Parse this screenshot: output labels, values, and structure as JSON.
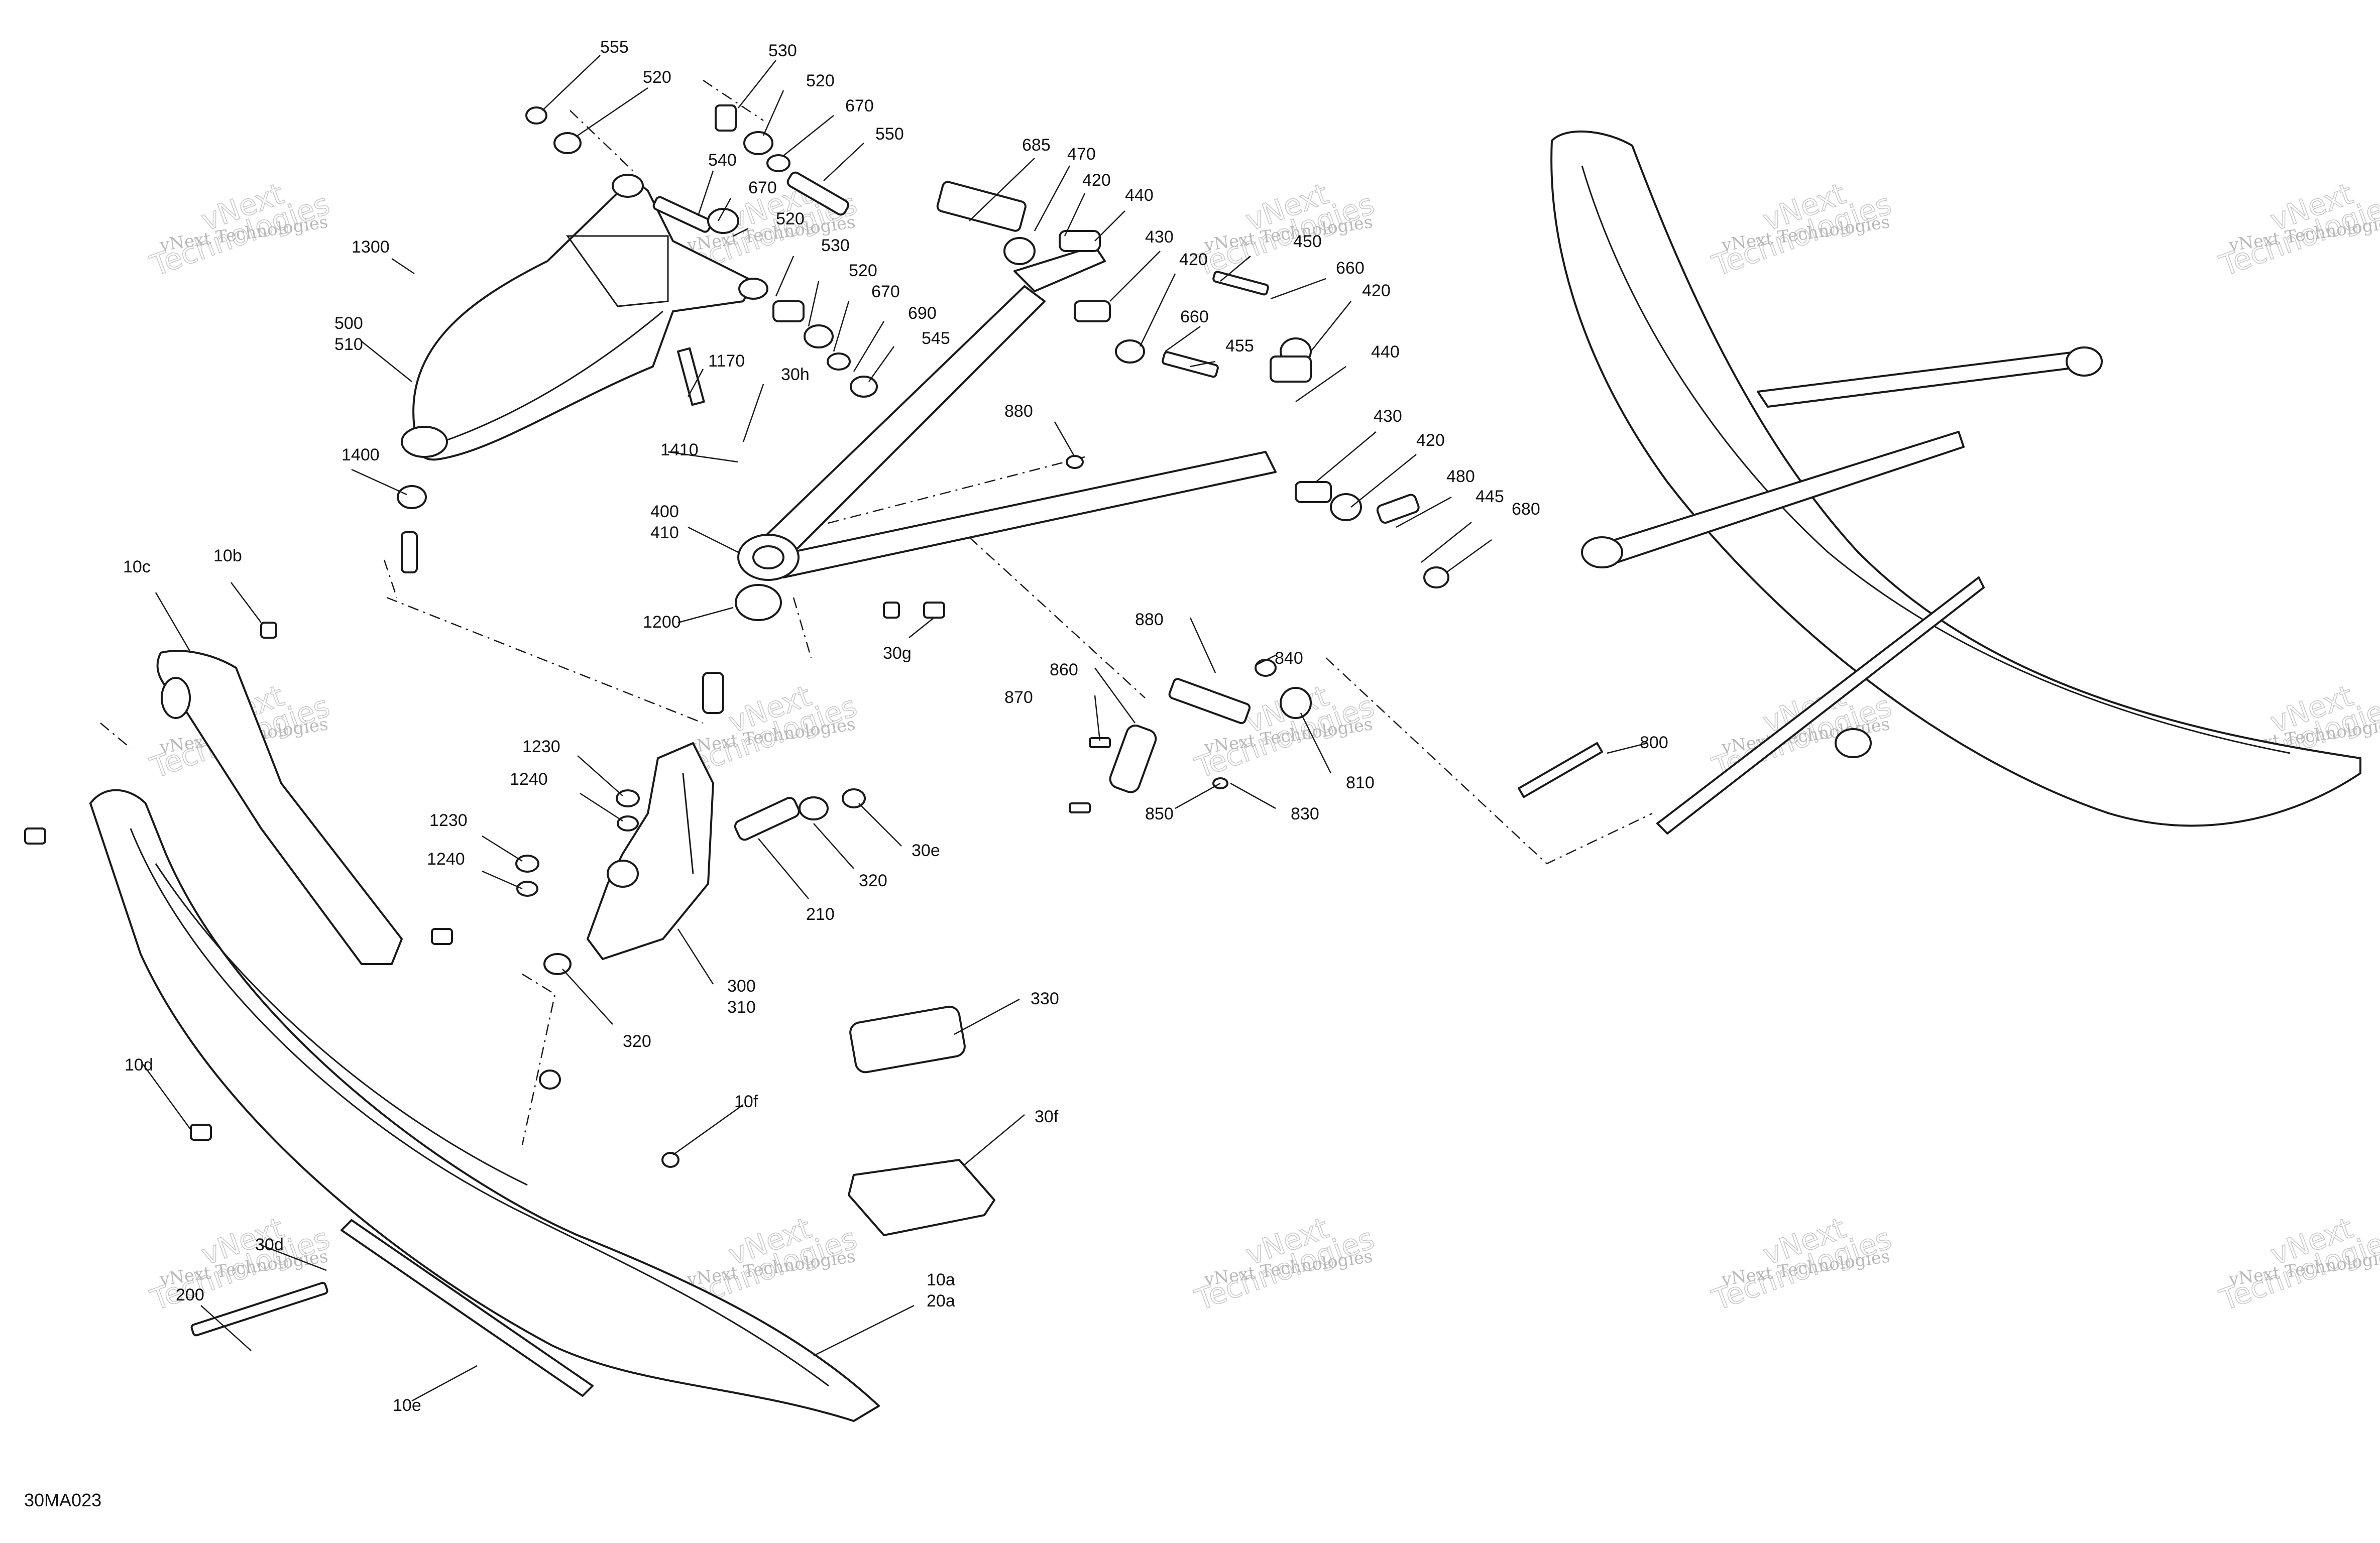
{
  "drawing_code": "30MA023",
  "watermark": {
    "line1": "vNext Technologies",
    "line2": "vNext",
    "line3": "Technologies"
  },
  "callouts": [
    {
      "id": "c555",
      "text": "555"
    },
    {
      "id": "c520a",
      "text": "520"
    },
    {
      "id": "c530a",
      "text": "530"
    },
    {
      "id": "c520b",
      "text": "520"
    },
    {
      "id": "c670a",
      "text": "670"
    },
    {
      "id": "c550",
      "text": "550"
    },
    {
      "id": "c540",
      "text": "540"
    },
    {
      "id": "c670b",
      "text": "670"
    },
    {
      "id": "c520c",
      "text": "520"
    },
    {
      "id": "c530b",
      "text": "530"
    },
    {
      "id": "c520d",
      "text": "520"
    },
    {
      "id": "c670c",
      "text": "670"
    },
    {
      "id": "c690",
      "text": "690"
    },
    {
      "id": "c545",
      "text": "545"
    },
    {
      "id": "c1300",
      "text": "1300"
    },
    {
      "id": "c500",
      "text": "500"
    },
    {
      "id": "c510",
      "text": "510"
    },
    {
      "id": "c1170",
      "text": "1170"
    },
    {
      "id": "c30h",
      "text": "30h"
    },
    {
      "id": "c1410",
      "text": "1410"
    },
    {
      "id": "c1400",
      "text": "1400"
    },
    {
      "id": "c400",
      "text": "400"
    },
    {
      "id": "c410",
      "text": "410"
    },
    {
      "id": "c1200",
      "text": "1200"
    },
    {
      "id": "c30g",
      "text": "30g"
    },
    {
      "id": "c685",
      "text": "685"
    },
    {
      "id": "c470",
      "text": "470"
    },
    {
      "id": "c420a",
      "text": "420"
    },
    {
      "id": "c440a",
      "text": "440"
    },
    {
      "id": "c430a",
      "text": "430"
    },
    {
      "id": "c450",
      "text": "450"
    },
    {
      "id": "c420b",
      "text": "420"
    },
    {
      "id": "c660a",
      "text": "660"
    },
    {
      "id": "c420c",
      "text": "420"
    },
    {
      "id": "c660b",
      "text": "660"
    },
    {
      "id": "c455",
      "text": "455"
    },
    {
      "id": "c880a",
      "text": "880"
    },
    {
      "id": "c440b",
      "text": "440"
    },
    {
      "id": "c430b",
      "text": "430"
    },
    {
      "id": "c420d",
      "text": "420"
    },
    {
      "id": "c480",
      "text": "480"
    },
    {
      "id": "c445",
      "text": "445"
    },
    {
      "id": "c680",
      "text": "680"
    },
    {
      "id": "c10c",
      "text": "10c"
    },
    {
      "id": "c10b",
      "text": "10b"
    },
    {
      "id": "c1230a",
      "text": "1230"
    },
    {
      "id": "c1240a",
      "text": "1240"
    },
    {
      "id": "c1230b",
      "text": "1230"
    },
    {
      "id": "c1240b",
      "text": "1240"
    },
    {
      "id": "c320a",
      "text": "320"
    },
    {
      "id": "c30e",
      "text": "30e"
    },
    {
      "id": "c210",
      "text": "210"
    },
    {
      "id": "c300",
      "text": "300"
    },
    {
      "id": "c310",
      "text": "310"
    },
    {
      "id": "c320b",
      "text": "320"
    },
    {
      "id": "c880b",
      "text": "880"
    },
    {
      "id": "c840",
      "text": "840"
    },
    {
      "id": "c860",
      "text": "860"
    },
    {
      "id": "c870",
      "text": "870"
    },
    {
      "id": "c810",
      "text": "810"
    },
    {
      "id": "c850",
      "text": "850"
    },
    {
      "id": "c830",
      "text": "830"
    },
    {
      "id": "c800",
      "text": "800"
    },
    {
      "id": "c330",
      "text": "330"
    },
    {
      "id": "c30f",
      "text": "30f"
    },
    {
      "id": "c10d",
      "text": "10d"
    },
    {
      "id": "c10f",
      "text": "10f"
    },
    {
      "id": "c30d",
      "text": "30d"
    },
    {
      "id": "c200",
      "text": "200"
    },
    {
      "id": "c10a",
      "text": "10a"
    },
    {
      "id": "c20a",
      "text": "20a"
    },
    {
      "id": "c10e",
      "text": "10e"
    }
  ]
}
